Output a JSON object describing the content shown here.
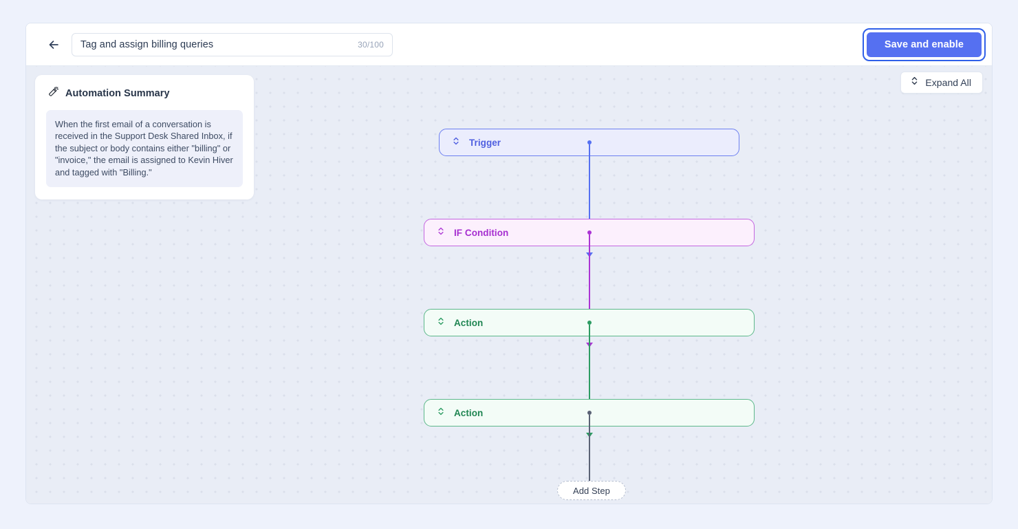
{
  "topbar": {
    "back_icon": "arrow-left-icon",
    "title_value": "Tag and assign billing queries",
    "title_placeholder": "Automation name",
    "char_counter": "30/100",
    "save_label": "Save and enable"
  },
  "summary": {
    "icon": "magic-wand-icon",
    "title": "Automation Summary",
    "text": "When the first email of a conversation is received in the Support Desk Shared Inbox, if the subject or body contains either \"billing\" or \"invoice,\" the email is assigned to Kevin Hiver and tagged with \"Billing.\""
  },
  "canvas": {
    "expand_all_label": "Expand All",
    "expand_all_icon": "chevron-up-down-icon",
    "add_step_label": "Add Step"
  },
  "flow": {
    "nodes": [
      {
        "id": "trigger",
        "label": "Trigger",
        "type": "trigger",
        "icon": "chevron-up-down-icon"
      },
      {
        "id": "condition",
        "label": "IF Condition",
        "type": "condition",
        "icon": "chevron-up-down-icon"
      },
      {
        "id": "action1",
        "label": "Action",
        "type": "action",
        "icon": "chevron-up-down-icon"
      },
      {
        "id": "action2",
        "label": "Action",
        "type": "action",
        "icon": "chevron-up-down-icon"
      }
    ]
  },
  "colors": {
    "page_background": "#eef2fc",
    "canvas_background": "#e9edf6",
    "canvas_dot": "#dadfeb",
    "accent_blue": "#5570f1",
    "focus_ring": "#2f5fe8",
    "trigger": "#6c7ff0",
    "condition": "#c466e0",
    "action": "#5cb88a",
    "connector_neutral": "#5a6275"
  }
}
